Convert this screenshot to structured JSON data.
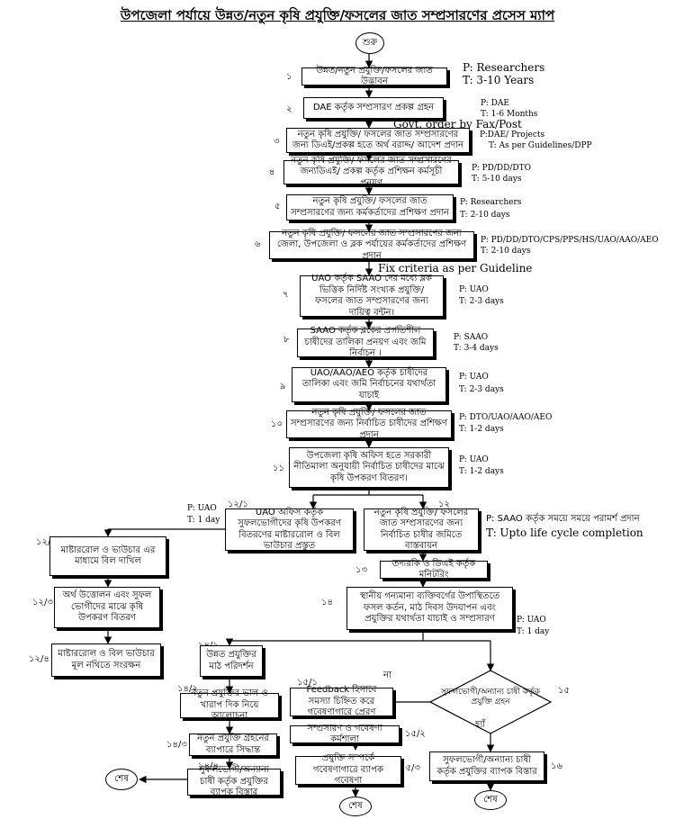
{
  "title": "উপজেলা পর্যায়ে উন্নত/নতুন কৃষি প্রযুক্তি/ফসলের জাত সম্প্রসারণের প্রসেস ম্যাপ",
  "start": "শুরু",
  "end": "শেষ",
  "steps": {
    "s1": {
      "num": "১",
      "text": "উন্নত/নতুন প্রযুক্তি/ফসলের জাত উদ্ভাবন",
      "p": "P: Researchers",
      "t": "T: 3-10 Years"
    },
    "s2": {
      "num": "২",
      "text": "DAE কর্তৃক সম্প্রসারণ প্রকল্প গ্রহন",
      "p": "P: DAE",
      "t": "T: 1-6 Months"
    },
    "note_fax": "Govt. order by Fax/Post",
    "s3": {
      "num": "৩",
      "text": "নতুন কৃষি প্রযুক্তি/ ফসলের জাত সম্প্রসারণের জন্য ডিএই/প্রকল্প হতে অর্থ বরাদ্দ/ আদেশ প্রদান",
      "p": "P:DAE/ Projects",
      "t": "T: As per Guidelines/DPP"
    },
    "s4": {
      "num": "৪",
      "text": "নতুন কৃষি প্রযুক্তি/ ফসলের জাত সম্প্রসারণের জন্যডিএই/ প্রকল্প কর্তৃক প্রশিক্ষন কর্মসূচী প্রনয়ণ",
      "p": "P: PD/DD/DTO",
      "t": "T: 5-10 days"
    },
    "s5": {
      "num": "৫",
      "text": "নতুন কৃষি প্রযুক্তি/ ফসলের জাত সম্প্রসারণের জন্য কর্মকর্তাদের প্রশিক্ষণ প্রদান",
      "p": "P: Researchers",
      "t": "T: 2-10 days"
    },
    "s6": {
      "num": "৬",
      "text": "নতুন কৃষি প্রযুক্তি/ ফসলের জাত সম্প্রসারণের জন্য জেলা, উপজেলা ও ব্লক পর্যায়ের কর্মকর্তাদের প্রশিক্ষণ প্রদান",
      "p": "P: PD/DD/DTO/CPS/PPS/HS/UAO/AAO/AEO",
      "t": "T: 2-10 days"
    },
    "note_criteria": "Fix criteria as per Guideline",
    "s7": {
      "num": "৭",
      "text": "UAO কর্তৃক SAAO দের মধ্যে ব্লক ভিত্তিক নির্দিষ্ট সংখ্যক প্রযুক্তি/ ফসলের জাত সম্প্রসারণের জন্য দায়িত্ব বন্টন।",
      "p": "P: UAO",
      "t": "T: 2-3 days"
    },
    "s8": {
      "num": "৮",
      "text": "SAAO কর্তৃক ব্লকের প্রগতিশীল চাষীদের তালিকা প্রনয়ণ এবং জমি নির্বাচন ।",
      "p": "P: SAAO",
      "t": "T: 3-4 days"
    },
    "s9": {
      "num": "৯",
      "text": "UAO/AAO/AEO কর্তৃক চাষীদের তালিকা এবং জমি নির্বাচনের যথার্থতা যাচাই",
      "p": "P: UAO",
      "t": "T: 2-3 days"
    },
    "s10": {
      "num": "১০",
      "text": "নতুন কৃষি প্রযুক্তি/ ফসলের জাত সম্প্রসারণের জন্য নির্বাচিত চাষীদের প্রশিক্ষণ প্রদান",
      "p": "P: DTO/UAO/AAO/AEO",
      "t": "T: 1-2 days"
    },
    "s11": {
      "num": "১১",
      "text": "উপজেলা কৃষি অফিস হতে সরকারী নীতিমালা অনুযায়ী নির্বাচিত চাষীদের মাঝে কৃষি উপকরণ বিতরণ।",
      "p": "P: UAO",
      "t": "T: 1-2 days"
    },
    "s12_1": {
      "num": "১২/১",
      "text": "UAO অফিস কর্তৃক সুফলভোগীদের কৃষি উপকরণ বিতরণের মাষ্টাররোল ও বিল ভাউচার প্রস্তুত",
      "p": "P: UAO",
      "t": "T: 1 day"
    },
    "s12": {
      "num": "১২",
      "text": "নতুন কৃষি প্রযুক্তি/ ফসলের জাত সম্প্রসারণের জন্য নির্বাচিত চাষীর জমিতে বাস্তবায়ন",
      "p": "P: SAAO কর্তৃক সময়ে সময়ে পরামর্শ প্রদান",
      "t": "T: Upto life cycle completion"
    },
    "s12_2": {
      "num": "১২/২",
      "text": "মাষ্টাররোল ও ভাউচার এর মাধ্যমে বিল দাখিল"
    },
    "s12_3": {
      "num": "১২/৩",
      "text": "অর্থ উত্তোলন এবং সুফল ভোগীদের মাঝে কৃষি উপকরণ বিতরণ"
    },
    "s12_4": {
      "num": "১২/৪",
      "text": "মাষ্টাররোল ও বিল ভাউচার মূল নথিতে সংরক্ষন"
    },
    "s13": {
      "num": "১৩",
      "text": "তদারকি ও ডিএই কর্তৃক মনিটরিং"
    },
    "s14": {
      "num": "১৪",
      "text": "স্থানীয় গন্যমান্য ব্যক্তিবর্গের উপাস্থিততে ফসল কর্তন, মাঠ দিবস উদযাপন এবং প্রযুক্তির যথার্থতা যাচাই ও সম্প্রসারণ",
      "p": "P: UAO",
      "t": "T: 1 day"
    },
    "s14_1": {
      "num": "১৪/১",
      "text": "উন্নত প্রযুক্তির মাঠ পরিদর্শন"
    },
    "s14_2": {
      "num": "১৪/২",
      "text": "নতুন প্রযুক্তির ভাল ও খারাপ দিক নিয়ে আলোচনা"
    },
    "s14_3": {
      "num": "১৪/৩",
      "text": "নতুন প্রযুক্তি গ্রহনের ব্যাপারে সিদ্ধান্ত"
    },
    "s14_4": {
      "num": "১৪/৪",
      "text": "সুফলভোগী/অন্যান্য চাষী কর্তৃক প্রযুক্তির ব্যাপক বিস্তার"
    },
    "s15": {
      "num": "১৫",
      "text": "সুফলভোগী/অন্যান্য চাষী কর্তৃক প্রযুক্তি গ্রহন",
      "no": "না",
      "yes": "হ্যাঁ"
    },
    "s15_1": {
      "num": "১৫/১",
      "text_a": "Feedback",
      "text_b": "হিসাবে সমস্যা চিহ্নিত করে গবেষণাগারে প্রেরণ"
    },
    "s15_2": {
      "num": "১৫/২",
      "text": "সম্প্রসারণ ও গবেষণা কর্মশালা"
    },
    "s15_3": {
      "num": "১৫/৩",
      "text": "প্রযুক্তি সম্পর্কে গবেষণাগারে ব্যাপক গবেষণা"
    },
    "s16": {
      "num": "১৬",
      "text": "সুফলভোগী/অন্যান্য চাষী কর্তৃক প্রযুক্তির ব্যাপক বিস্তার"
    }
  }
}
